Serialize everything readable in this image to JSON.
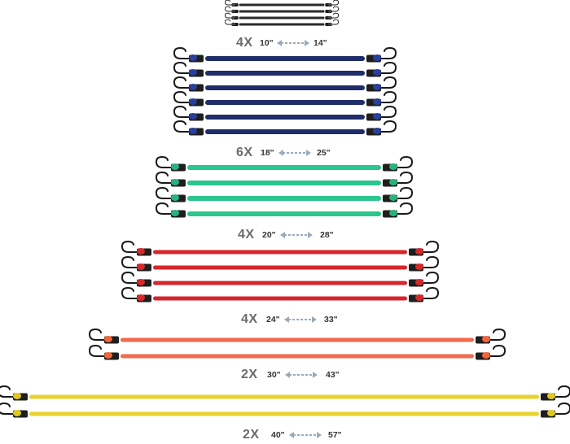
{
  "groups": [
    {
      "quantity": "4X",
      "min_length": "10\"",
      "max_length": "14\"",
      "cord_color": "#2a2a2a",
      "cap_color": "#444444",
      "count": 4
    },
    {
      "quantity": "6X",
      "min_length": "18\"",
      "max_length": "25\"",
      "cord_color": "#1f2d6b",
      "cap_color": "#2a3f9a",
      "count": 6
    },
    {
      "quantity": "4X",
      "min_length": "20\"",
      "max_length": "28\"",
      "cord_color": "#2bc58e",
      "cap_color": "#2bb27c",
      "count": 4
    },
    {
      "quantity": "4X",
      "min_length": "24\"",
      "max_length": "33\"",
      "cord_color": "#d6262b",
      "cap_color": "#d62a2a",
      "count": 4
    },
    {
      "quantity": "2X",
      "min_length": "30\"",
      "max_length": "43\"",
      "cord_color": "#f06a4d",
      "cap_color": "#f2643a",
      "count": 2
    },
    {
      "quantity": "2X",
      "min_length": "40\"",
      "max_length": "57\"",
      "cord_color": "#e8d22e",
      "cap_color": "#e0c824",
      "count": 2
    }
  ]
}
